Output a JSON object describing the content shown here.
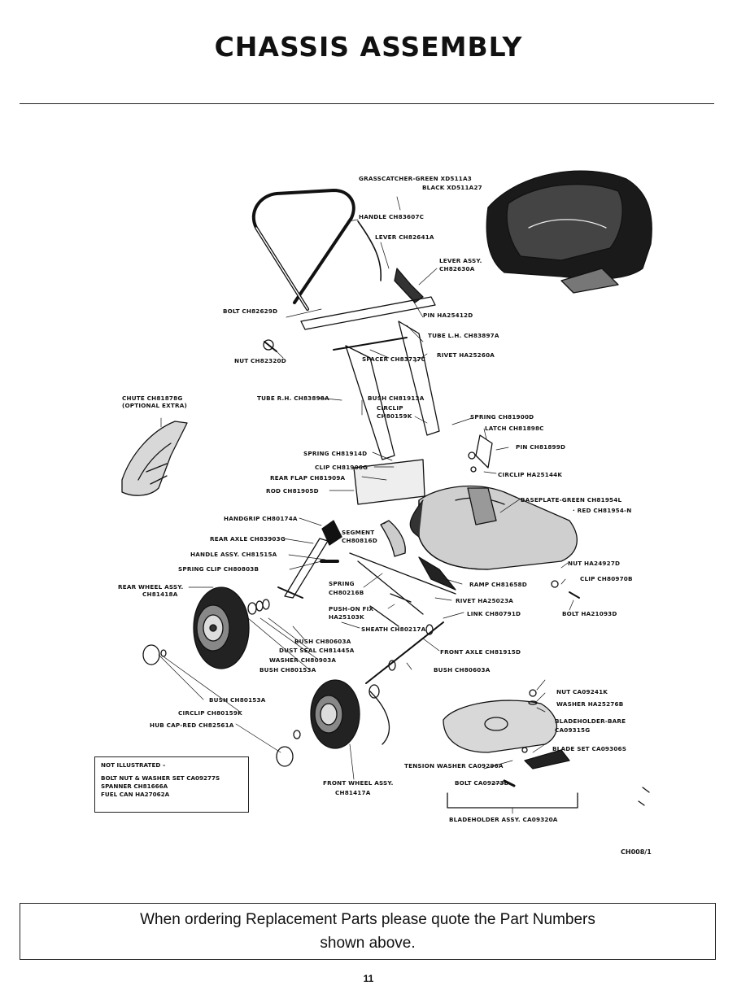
{
  "page": {
    "title": "CHASSIS ASSEMBLY",
    "footer_line1": "When ordering Replacement Parts please quote the Part Numbers",
    "footer_line2": "shown above.",
    "page_number": "11",
    "drawing_code": "CH008/1"
  },
  "not_illustrated": {
    "heading": "NOT ILLUSTRATED –",
    "items": [
      "BOLT NUT & WASHER SET CA09277S",
      "SPANNER CH81666A",
      "FUEL CAN HA27062A"
    ]
  },
  "labels": {
    "grasscatcher_green": "GRASSCATCHER-GREEN  XD511A3",
    "grasscatcher_black": "BLACK  XD511A27",
    "handle": "HANDLE  CH83607C",
    "lever": "LEVER CH82641A",
    "lever_assy_1": "LEVER ASSY.",
    "lever_assy_2": "CH82630A",
    "bolt_handle": "BOLT CH82629D",
    "pin_ha": "PIN  HA25412D",
    "tube_lh": "TUBE L.H. CH83897A",
    "nut_handle": "NUT  CH82320D",
    "spacer": "SPACER CH83737C",
    "rivet_ha252": "RIVET  HA25260A",
    "chute_1": "CHUTE  CH81878G",
    "chute_2": "(OPTIONAL EXTRA)",
    "tube_rh": "TUBE R.H. CH83898A",
    "bush_ch81913": "BUSH CH81913A",
    "circlip_1": "CIRCLIP",
    "circlip_2": "CH80159K",
    "spring_ch819": "SPRING CH81900D",
    "latch": "LATCH  CH81898C",
    "pin_ch81899": "PIN  CH81899D",
    "spring_ch81914": "SPRING  CH81914D",
    "clip_ch81906": "CLIP CH81906G",
    "circlip_ha": "CIRCLIP  HA25144K",
    "rear_flap": "REAR FLAP CH81909A",
    "rod": "ROD CH81905D",
    "baseplate_1": "BASEPLATE-GREEN CH81954L",
    "baseplate_2": "· RED  CH81954-N",
    "handgrip": "HANDGRIP  CH80174A",
    "segment_1": "SEGMENT",
    "segment_2": "CH80816D",
    "rear_axle": "REAR AXLE  CH83903G",
    "handle_assy": "HANDLE ASSY. CH81515A",
    "nut_ha249": "NUT HA24927D",
    "spring_clip": "SPRING CLIP  CH80803B",
    "clip_ch80970": "CLIP  CH80970B",
    "rear_wheel_1": "REAR WHEEL ASSY.",
    "rear_wheel_2": "CH81418A",
    "spring_ch80216_1": "SPRING",
    "spring_ch80216_2": "CH80216B",
    "ramp": "RAMP  CH81658D",
    "rivet_ha250": "RIVET HA25023A",
    "pushon_1": "PUSH-ON FIX",
    "pushon_2": "HA25103K",
    "link": "LINK  CH80791D",
    "bolt_ha210": "BOLT HA21093D",
    "sheath": "SHEATH  CH80217A",
    "bush_ch80603": "BUSH CH80603A",
    "dust_seal": "DUST SEAL  CH81445A",
    "front_axle": "FRONT AXLE  CH81915D",
    "washer_ch80903": "WASHER CH80903A",
    "bush_ch80153_a": "BUSH CH80153A",
    "bush_ch80603b": "BUSH  CH80603A",
    "nut_ca092": "NUT  CA09241K",
    "washer_ha252": "WASHER HA25276B",
    "bush_ch80153_b": "BUSH  CH80153A",
    "bladeholder_bare_1": "BLADEHOLDER-BARE",
    "bladeholder_bare_2": "CA09315G",
    "circlip_ch80159": "CIRCLIP  CH80159K",
    "hub_cap": "HUB CAP-RED  CH82561A",
    "blade_set": "BLADE SET  CA09306S",
    "tension_washer": "TENSION WASHER  CA09296A",
    "front_wheel_1": "FRONT WHEEL ASSY.",
    "front_wheel_2": "CH81417A",
    "bolt_ca092": "BOLT CA09273B",
    "bladeholder_assy": "BLADEHOLDER ASSY.  CA09320A"
  }
}
